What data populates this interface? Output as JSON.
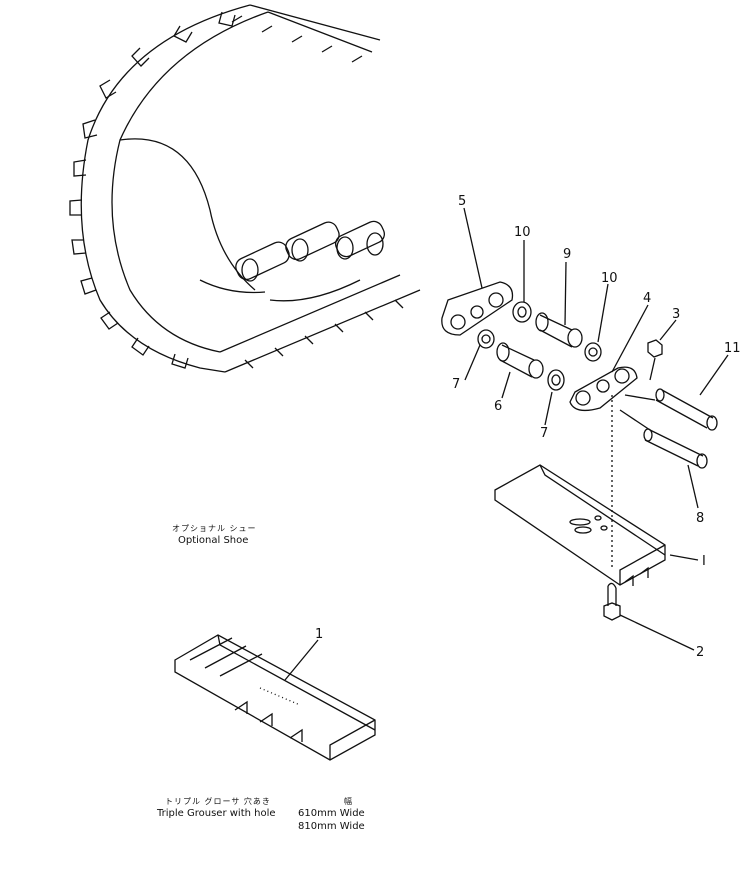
{
  "callouts": {
    "c1": "1",
    "c2": "2",
    "c3": "3",
    "c4": "4",
    "c5": "5",
    "c6": "6",
    "c7a": "7",
    "c7b": "7",
    "c8": "8",
    "c9": "9",
    "c10a": "10",
    "c10b": "10",
    "c11": "11",
    "cI": "I"
  },
  "captions": {
    "optional_shoe_jp": "オプショナル シュー",
    "optional_shoe_en": "Optional Shoe",
    "triple_grouser_jp": "トリプル グローサ 穴あき",
    "width_jp": "幅",
    "triple_grouser_en": "Triple Grouser with hole",
    "width_610": "610mm Wide",
    "width_810": "810mm Wide"
  }
}
